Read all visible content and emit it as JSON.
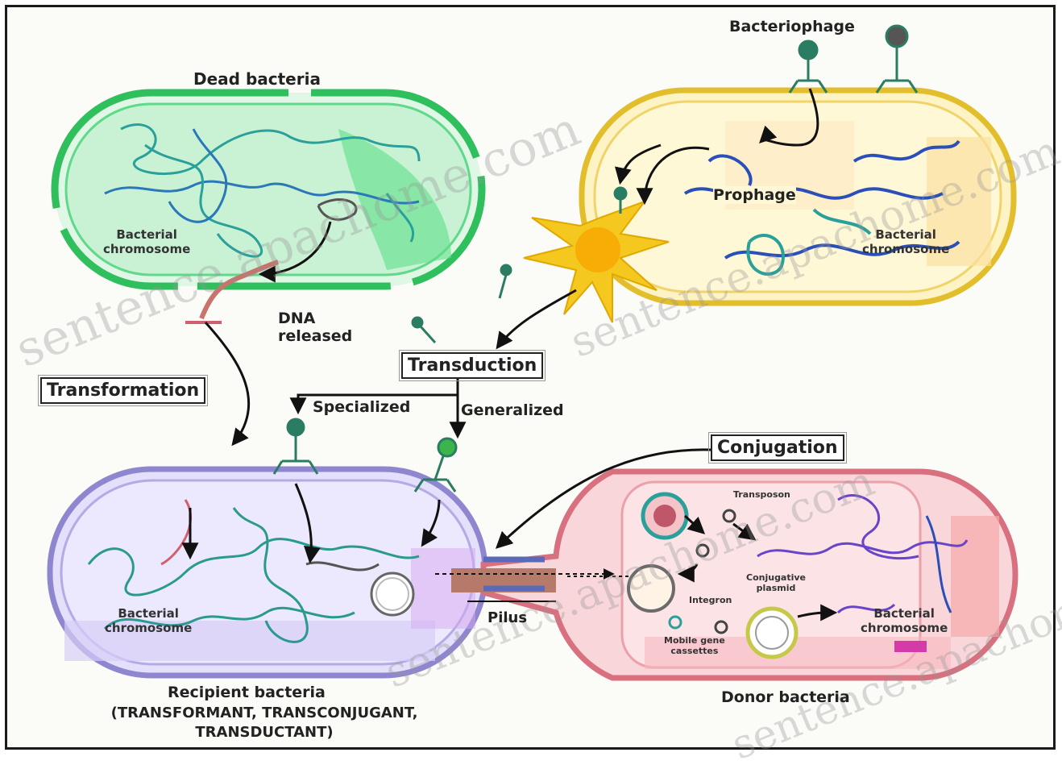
{
  "labels": {
    "dead_bacteria": "Dead bacteria",
    "bacteriophage": "Bacteriophage",
    "prophage": "Prophage",
    "chromosome_top_left": "Bacterial\nchromosome",
    "chromosome_top_right": "Bacterial\nchromosome",
    "dna_released": "DNA\nreleased",
    "transduction": "Transduction",
    "transformation": "Transformation",
    "specialized": "Specialized",
    "generalized": "Generalized",
    "conjugation": "Conjugation",
    "pilus": "Pilus",
    "chromosome_recipient": "Bacterial\nchromosome",
    "chromosome_donor": "Bacterial\nchromosome",
    "transposon": "Transposon",
    "conjugative_plasmid": "Conjugative\nplasmid",
    "integron": "Integron",
    "mobile_gene_cassettes": "Mobile gene\ncassettes",
    "donor_bacteria": "Donor bacteria",
    "recipient_bacteria": "Recipient bacteria",
    "recipient_subtitle": "(TRANSFORMANT, TRANSCONJUGANT,\nTRANSDUCTANT)"
  },
  "watermark": "sentence.apachome.com",
  "colors": {
    "dead_cell": "#2fd36a",
    "dead_cell_fill": "#d9f7e1",
    "lysogen_cell": "#e9c83a",
    "lysogen_fill": "#fdf2b8",
    "recipient_cell": "#9a8fd8",
    "recipient_fill": "#ddd8f6",
    "donor_cell": "#e07a8a",
    "donor_fill": "#f8d0d6",
    "dna_teal": "#2a9a8e",
    "dna_blue": "#2c57b8",
    "dna_purple": "#6a44c8",
    "phage": "#2a7d62",
    "burst": "#f1c41a"
  }
}
